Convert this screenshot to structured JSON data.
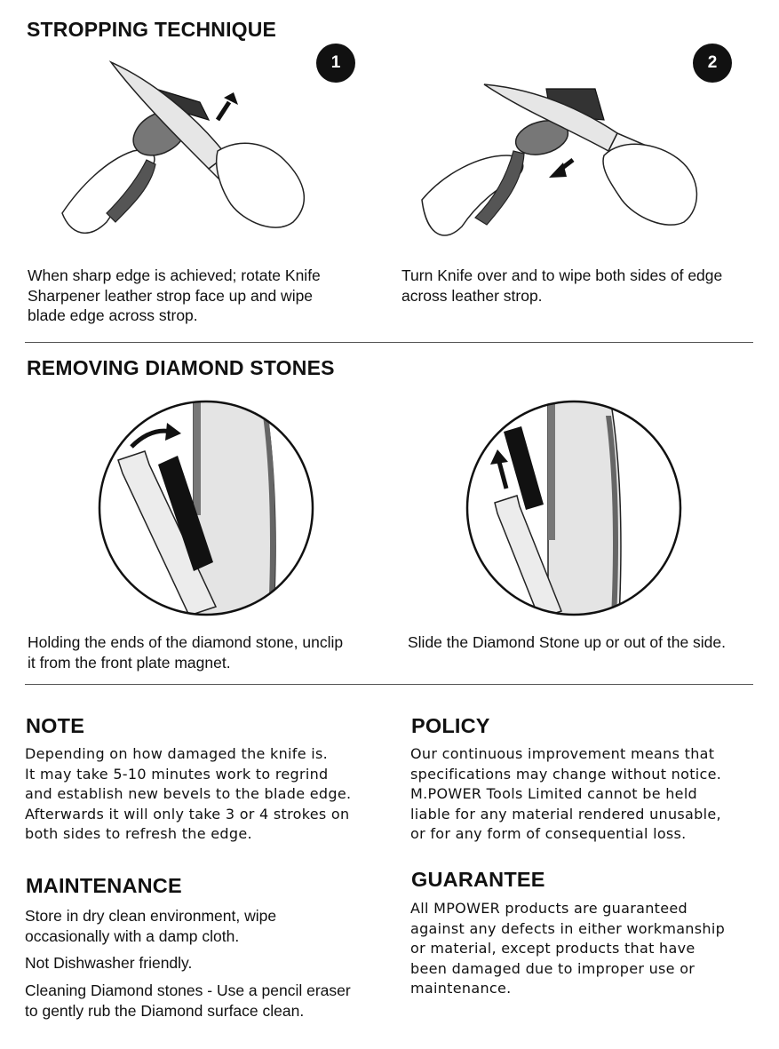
{
  "stropping": {
    "heading": "STROPPING TECHNIQUE",
    "steps": [
      {
        "badge": "1",
        "caption": [
          "When sharp edge is achieved; rotate Knife",
          "Sharpener leather strop face up and wipe",
          "blade edge across strop."
        ]
      },
      {
        "badge": "2",
        "caption": [
          "Turn Knife over and to wipe both sides of edge",
          "across leather strop."
        ]
      }
    ]
  },
  "removing": {
    "heading": "REMOVING DIAMOND STONES",
    "captions": [
      [
        "Holding the ends of the diamond stone, unclip",
        "it from the front plate magnet."
      ],
      [
        "Slide the Diamond Stone up or out of the side."
      ]
    ]
  },
  "note": {
    "heading": "NOTE",
    "lines": [
      "Depending on how damaged the knife is.",
      "It may take 5-10 minutes work to regrind",
      "and establish new bevels to the blade edge.",
      "Afterwards it will only take 3 or 4 strokes on",
      "both sides to refresh the edge."
    ]
  },
  "policy": {
    "heading": "POLICY",
    "lines": [
      "Our continuous improvement means that",
      "specifications may change without notice.",
      "M.POWER Tools Limited cannot be held",
      "liable for any material rendered unusable,",
      "or for any form of consequential loss."
    ]
  },
  "maintenance": {
    "heading": "MAINTENANCE",
    "paragraphs": [
      [
        "Store in dry clean environment, wipe",
        "occasionally with a damp cloth."
      ],
      [
        "Not Dishwasher friendly."
      ],
      [
        "Cleaning Diamond stones - Use a pencil eraser",
        "to gently rub the Diamond surface clean."
      ]
    ]
  },
  "guarantee": {
    "heading": "GUARANTEE",
    "lines": [
      "All MPOWER products are guaranteed",
      "against any defects in either workmanship",
      "or material, except products that have",
      "been damaged due to improper use or",
      "maintenance."
    ]
  },
  "icons": {
    "illustration_1": "knife-strop-illustration",
    "illustration_2": "knife-strop-illustration",
    "illustration_3": "diamond-stone-unclip-illustration",
    "illustration_4": "diamond-stone-slide-illustration"
  }
}
